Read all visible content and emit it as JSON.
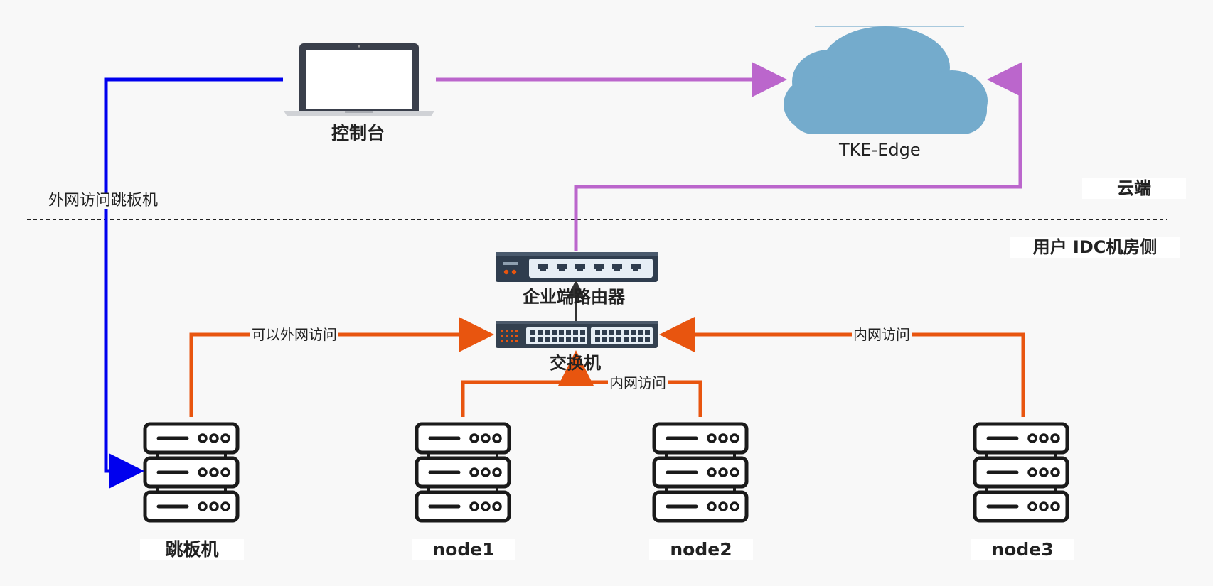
{
  "nodes": {
    "console": "控制台",
    "cloud": "TKE-Edge",
    "router": "企业端路由器",
    "switch": "交换机",
    "jumpbox": "跳板机",
    "node1": "node1",
    "node2": "node2",
    "node3": "node3"
  },
  "edges": {
    "jump_access": "外网访问跳板机",
    "internet_access": "可以外网访问",
    "lan_node3": "内网访问",
    "lan_node12": "内网访问"
  },
  "zones": {
    "cloud": "云端",
    "idc": "用户 IDC机房侧"
  },
  "colors": {
    "blue": "#0000ee",
    "purple": "#bb66cc",
    "orange": "#e8550f",
    "cloud": "#74abcc"
  }
}
